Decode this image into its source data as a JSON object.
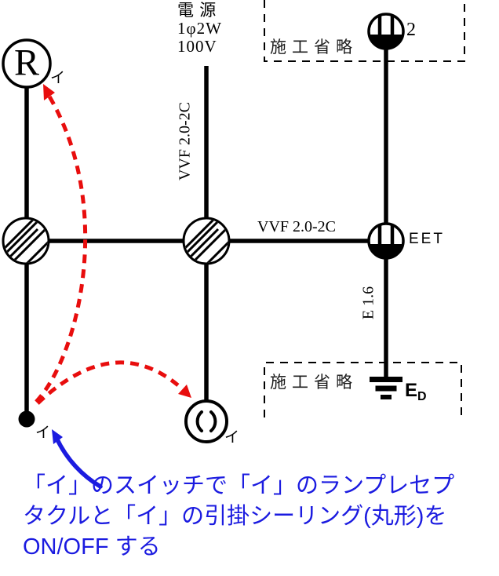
{
  "power": {
    "line1": "電 源",
    "line2": "1φ2W",
    "line3": "100V"
  },
  "labels": {
    "vvf_vertical": "VVF 2.0-2C",
    "vvf_horizontal": "VVF 2.0-2C",
    "earth_wire": "E 1.6",
    "omit_top": "施工省略",
    "omit_bottom": "施工省略",
    "receptacle_letter": "R",
    "outlet_count": "2",
    "eet": "EET",
    "earth_main": "E",
    "earth_sub": "D",
    "i_receptacle": "イ",
    "i_switch": "イ",
    "i_ceiling": "イ"
  },
  "caption": {
    "line1": "「イ」のスイッチで「イ」のランプレセプ",
    "line2": "タクルと「イ」の引掛シーリング(丸形)を",
    "line3": "ON/OFF する"
  },
  "colors": {
    "wire": "#000000",
    "arrow_red": "#e80d0d",
    "annotation_blue": "#1b1be0"
  }
}
